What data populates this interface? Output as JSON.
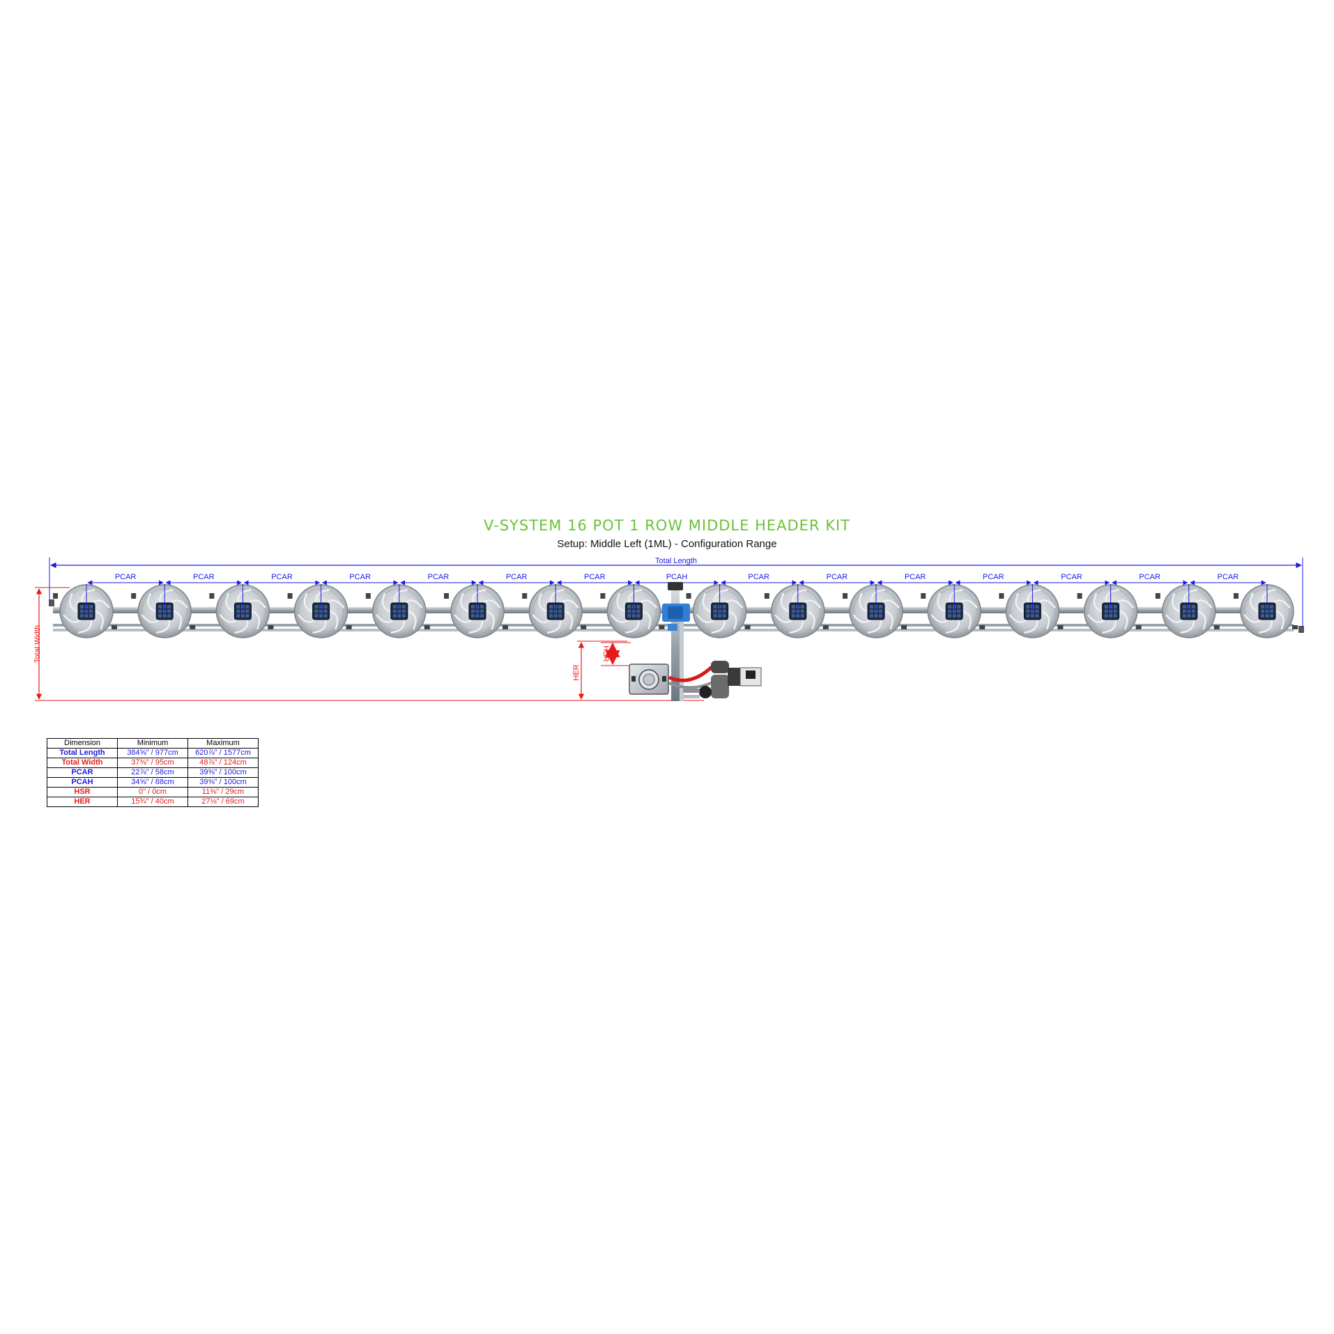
{
  "header": {
    "title": "V-SYSTEM 16 POT 1 ROW MIDDLE HEADER KIT",
    "subtitle": "Setup: Middle Left (1ML) - Configuration Range"
  },
  "colors": {
    "title": "#6cc13a",
    "blue": "#1a1ae6",
    "red": "#e61a1a"
  },
  "labels": {
    "total_length": "Total Length",
    "total_width": "Total Width",
    "hsr": "HSR",
    "her": "HER",
    "spacings": [
      "PCAR",
      "PCAR",
      "PCAR",
      "PCAR",
      "PCAR",
      "PCAR",
      "PCAR",
      "PCAH",
      "PCAR",
      "PCAR",
      "PCAR",
      "PCAR",
      "PCAR",
      "PCAR",
      "PCAR"
    ]
  },
  "pots": {
    "count": 16
  },
  "table": {
    "headers": [
      "Dimension",
      "Minimum",
      "Maximum"
    ],
    "rows": [
      {
        "name": "Total Length",
        "min": "384⅝\" / 977cm",
        "max": "620⅞\" / 1577cm",
        "color": "blue"
      },
      {
        "name": "Total Width",
        "min": "37⅜\" / 95cm",
        "max": "48⅞\" / 124cm",
        "color": "red"
      },
      {
        "name": "PCAR",
        "min": "22⅞\" / 58cm",
        "max": "39⅜\" / 100cm",
        "color": "blue"
      },
      {
        "name": "PCAH",
        "min": "34⅝\" / 88cm",
        "max": "39⅜\" / 100cm",
        "color": "blue"
      },
      {
        "name": "HSR",
        "min": "0\" / 0cm",
        "max": "11⅜\" / 29cm",
        "color": "red"
      },
      {
        "name": "HER",
        "min": "15¾\" / 40cm",
        "max": "27⅛\" / 69cm",
        "color": "red"
      }
    ]
  }
}
